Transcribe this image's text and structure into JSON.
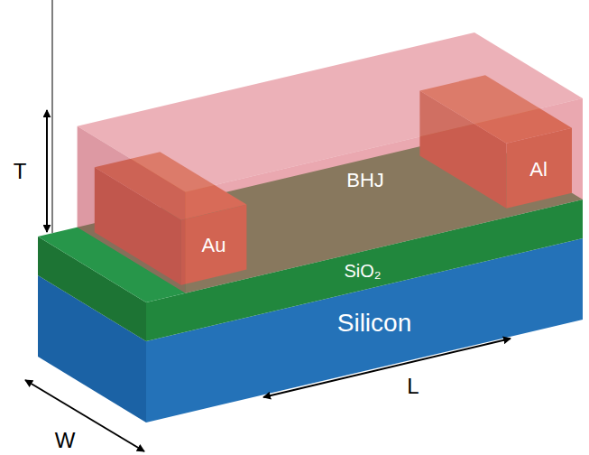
{
  "diagram": {
    "labels": [
      "T",
      "BHJ",
      "Al",
      "Au",
      "SiO₂",
      "Silicon",
      "W",
      "L"
    ]
  }
}
